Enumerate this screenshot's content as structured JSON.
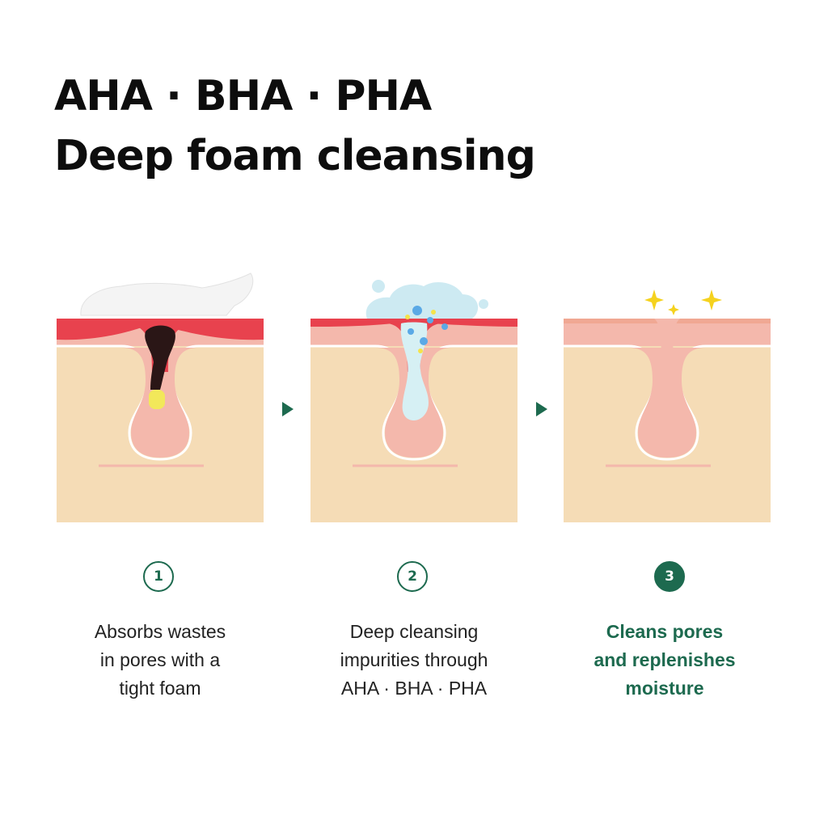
{
  "title": {
    "line1": "AHA · BHA · PHA",
    "line2": "Deep foam cleansing"
  },
  "colors": {
    "accent_green": "#1d6a4f",
    "skin_base": "#f5dcb6",
    "skin_pink": "#f4b8ac",
    "inflamed_red": "#e8424e",
    "sparkle_yellow": "#f5d21e",
    "bubble_blue": "#cdeaf2"
  },
  "steps": [
    {
      "number": "1",
      "lines": [
        "Absorbs wastes",
        "in pores with a",
        "tight foam"
      ],
      "illustration": "pore-with-foam-and-waste"
    },
    {
      "number": "2",
      "lines": [
        "Deep cleansing",
        "impurities through",
        "AHA · BHA · PHA"
      ],
      "illustration": "pore-with-bubbles"
    },
    {
      "number": "3",
      "lines": [
        "Cleans pores",
        "and replenishes",
        "moisture"
      ],
      "illustration": "clean-pore-with-sparkles"
    }
  ],
  "arrows": [
    "arrow-right-icon",
    "arrow-right-icon"
  ]
}
